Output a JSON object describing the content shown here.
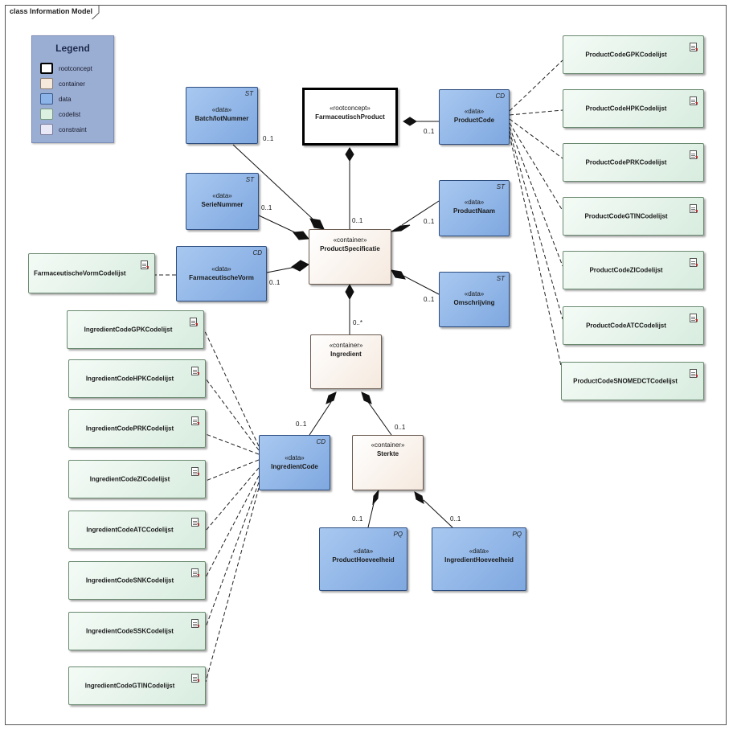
{
  "frame_title": "class Information Model",
  "legend": {
    "title": "Legend",
    "items": [
      {
        "label": "rootconcept",
        "color": "#ffffff",
        "border": "#000000"
      },
      {
        "label": "container",
        "color": "#f6e9dc",
        "border": "#8a7a70"
      },
      {
        "label": "data",
        "color": "#8db4e8",
        "border": "#3a5a8a"
      },
      {
        "label": "codelist",
        "color": "#dcf0e2",
        "border": "#7a9a80"
      },
      {
        "label": "constraint",
        "color": "#e8e8f6",
        "border": "#7a7a9a"
      }
    ]
  },
  "nodes": {
    "root": {
      "stereo": "«rootconcept»",
      "name": "FarmaceutischProduct"
    },
    "batch": {
      "stereo": "«data»",
      "name": "Batch/lotNummer",
      "tag": "ST"
    },
    "serie": {
      "stereo": "«data»",
      "name": "SerieNummer",
      "tag": "ST"
    },
    "vorm": {
      "stereo": "«data»",
      "name": "FarmaceutischeVorm",
      "tag": "CD"
    },
    "pcode": {
      "stereo": "«data»",
      "name": "ProductCode",
      "tag": "CD"
    },
    "pnaam": {
      "stereo": "«data»",
      "name": "ProductNaam",
      "tag": "ST"
    },
    "omsch": {
      "stereo": "«data»",
      "name": "Omschrijving",
      "tag": "ST"
    },
    "pspec": {
      "stereo": "«container»",
      "name": "ProductSpecificatie"
    },
    "ingr": {
      "stereo": "«container»",
      "name": "Ingredient"
    },
    "icode": {
      "stereo": "«data»",
      "name": "IngredientCode",
      "tag": "CD"
    },
    "sterk": {
      "stereo": "«container»",
      "name": "Sterkte"
    },
    "phoev": {
      "stereo": "«data»",
      "name": "ProductHoeveelheid",
      "tag": "PQ"
    },
    "ihoev": {
      "stereo": "«data»",
      "name": "IngredientHoeveelheid",
      "tag": "PQ"
    },
    "fvcl": {
      "name": "FarmaceutischeVormCodelijst"
    }
  },
  "product_codelists": [
    "ProductCodeGPKCodelijst",
    "ProductCodeHPKCodelijst",
    "ProductCodePRKCodelijst",
    "ProductCodeGTINCodelijst",
    "ProductCodeZICodelijst",
    "ProductCodeATCCodelijst",
    "ProductCodeSNOMEDCTCodelijst"
  ],
  "ingredient_codelists": [
    "IngredientCodeGPKCodelijst",
    "IngredientCodeHPKCodelijst",
    "IngredientCodePRKCodelijst",
    "IngredientCodeZICodelijst",
    "IngredientCodeATCCodelijst",
    "IngredientCodeSNKCodelijst",
    "IngredientCodeSSKCodelijst",
    "IngredientCodeGTINCodelijst"
  ],
  "multiplicities": {
    "batch": "0..1",
    "serie": "0..1",
    "vorm": "0..1",
    "pspec": "0..1",
    "pcode": "0..1",
    "pnaam": "0..1",
    "omsch": "0..1",
    "ingr": "0..*",
    "icode": "0..1",
    "sterk": "0..1",
    "phoev": "0..1",
    "ihoev": "0..1"
  }
}
